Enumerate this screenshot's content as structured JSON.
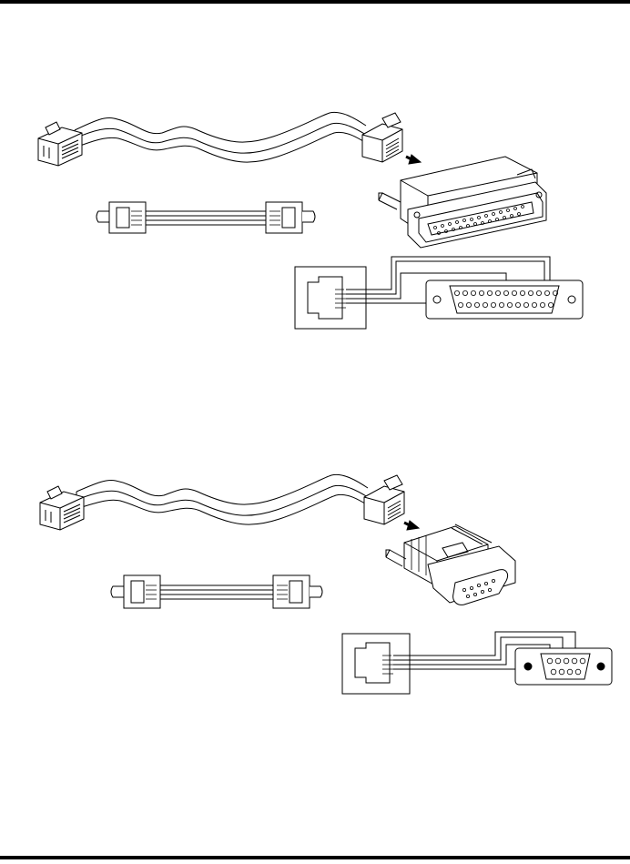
{
  "page": {
    "header_rule": true,
    "footer_rule": true
  },
  "figures": [
    {
      "id": "db25-adapter",
      "adapter_connector": "DB-25",
      "adapter_pin_rows": [
        13,
        12
      ],
      "jack_contacts": 6,
      "cable_conductors": 4
    },
    {
      "id": "db9-adapter",
      "adapter_connector": "DB-9",
      "adapter_pin_rows": [
        5,
        4
      ],
      "jack_contacts": 6,
      "cable_conductors": 4
    }
  ],
  "colors": {
    "ink": "#000000",
    "paper": "#ffffff",
    "shade": "#cccccc"
  }
}
